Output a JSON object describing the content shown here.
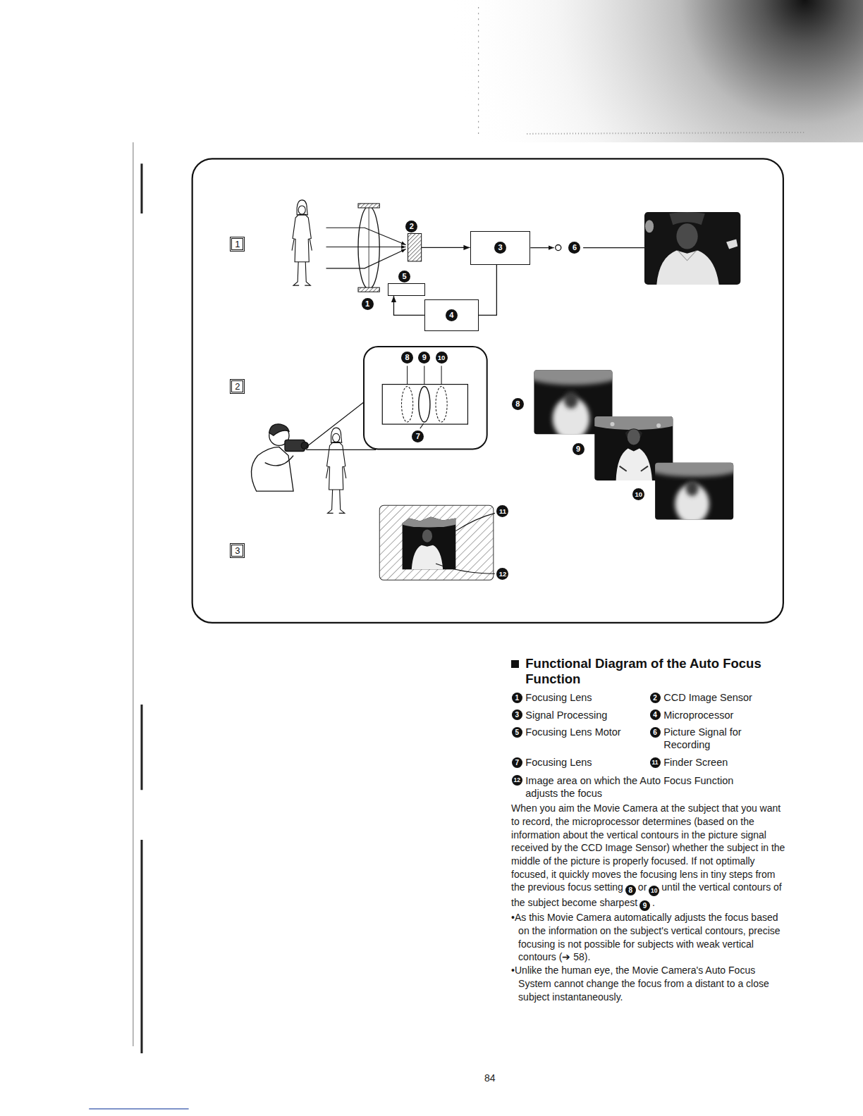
{
  "diagram": {
    "title": "Functional Diagram of the Auto Focus Function",
    "nodes": [
      {
        "text": [
          "1"
        ]
      },
      {
        "text": [
          "2"
        ]
      },
      {
        "text": [
          "3"
        ]
      },
      {
        "text": [
          "5"
        ]
      },
      {
        "text": [
          "4"
        ]
      },
      {
        "text": [
          "2"
        ]
      },
      {
        "text": [
          "8",
          "9",
          "10",
          "7"
        ]
      },
      {
        "text": [
          "3"
        ]
      }
    ],
    "edges": [
      {
        "from": 1,
        "to": 2,
        "arrow": "to"
      },
      {
        "from": 2,
        "to": 4,
        "arrow": "none"
      },
      {
        "from": 4,
        "to": 3,
        "arrow": "to"
      }
    ],
    "labels": [
      "1",
      "6",
      "8",
      "9",
      "10",
      "11",
      "12",
      "1",
      "Focusing Lens",
      "2",
      "CCD Image Sensor",
      "3",
      "Signal Processing",
      "4",
      "Microprocessor",
      "5",
      "Focusing Lens Motor",
      "6",
      "Picture Signal for Recording",
      "7",
      "Focusing Lens",
      "11",
      "Finder Screen",
      "12",
      "Image area on which the Auto Focus Function adjusts the focus",
      "When you aim the Movie Camera at the subject that you want to record, the microprocessor determines (based on the information about the vertical contours in the picture signal received by the CCD Image Sensor) whether the subject in the middle of the picture is properly focused. If not optimally focused, it quickly moves the focusing lens in tiny steps from the previous focus setting",
      "8",
      "or",
      "10",
      "until the vertical contours of the subject become sharpest",
      "9",
      ".",
      "•As this Movie Camera automatically adjusts the focus based on the information on the subject's vertical contours, precise focusing is not possible for subjects with weak vertical contours (➔ 58).",
      "•Unlike the human eye, the Movie Camera's Auto Focus System cannot change the focus from a distant to a close subject instantaneously.",
      "84"
    ]
  }
}
